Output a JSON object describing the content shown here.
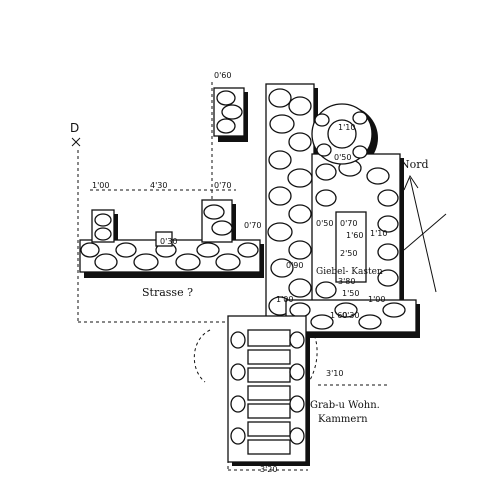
{
  "labels": {
    "point_d": "D",
    "north": "Nord",
    "street": "Strasse ?",
    "gable_case": "Giebel-\nKasten",
    "tomb_chambers_line1": "Grab-u Wohn.",
    "tomb_chambers_line2": "Kammern"
  },
  "dimensions": {
    "top_small": "0'60",
    "left_run": "1'00",
    "mid_run": "4'30",
    "right_run": "0'70",
    "wall_gap": "0'70",
    "pillar_w": "0'30",
    "tower_h1": "1'60",
    "tower_h2": "1'10",
    "inner_a": "0'50",
    "inner_b": "0'70",
    "inner_c": "2'50",
    "inner_d": "1'60",
    "inner_e": "0'90",
    "gable_w": "3'80",
    "gable_h": "1'50",
    "left_side": "1'00",
    "right_side": "1'00",
    "east_w": "3'10",
    "bottom_w": "3'20",
    "round_a": "1'10",
    "round_b": "0'50",
    "lower_a": "0'30"
  }
}
